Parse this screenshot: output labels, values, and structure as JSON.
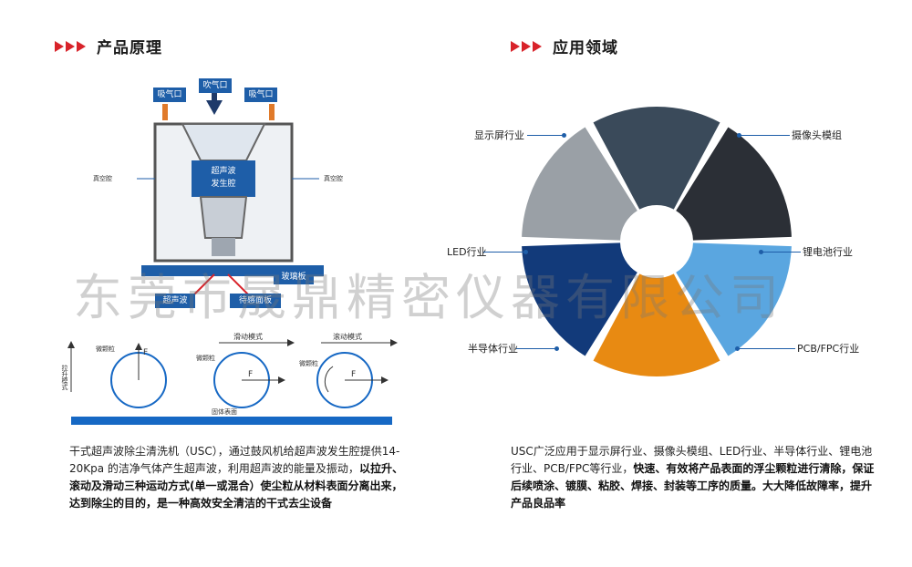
{
  "left_section": {
    "title": "产品原理",
    "diagram_labels": {
      "inlet_left": "吸气口",
      "inlet_center": "吹气口",
      "inlet_right": "吸气口",
      "generator": "超声波\n发生腔",
      "vacuum_left": "真空腔",
      "vacuum_right": "真空腔",
      "bottom_right_tag": "玻璃板",
      "bottom_left": "超声波",
      "bottom_right": "待感面板"
    },
    "modes": {
      "lift_label": "拉升模式",
      "slide_label": "滑动模式",
      "roll_label": "滚动模式",
      "particle_label": "微颗粒",
      "force_label": "F",
      "surface_label": "固体表面"
    },
    "description_normal": "干式超声波除尘清洗机（USC），通过鼓风机给超声波发生腔提供14-20Kpa 的洁净气体产生超声波，利用超声波的能量及振动，",
    "description_bold": "以拉升、滚动及滑动三种运动方式(单一或混合）使尘粒从材料表面分离出来，达到除尘的目的，是一种高效安全清洁的干式去尘设备"
  },
  "right_section": {
    "title": "应用领域",
    "segments": [
      {
        "label": "显示屏行业",
        "color": "#3a4a5a"
      },
      {
        "label": "摄像头模组",
        "color": "#2b2f36"
      },
      {
        "label": "锂电池行业",
        "color": "#5aa6e0"
      },
      {
        "label": "PCB/FPC行业",
        "color": "#e88a12"
      },
      {
        "label": "半导体行业",
        "color": "#123a7a"
      },
      {
        "label": "LED行业",
        "color": "#9aa0a6"
      }
    ],
    "description_normal": "USC广泛应用于显示屏行业、摄像头模组、LED行业、半导体行业、锂电池行业、PCB/FPC等行业，",
    "description_bold": "快速、有效将产品表面的浮尘颗粒进行清除，保证后续喷涂、镀膜、粘胶、焊接、封装等工序的质量。大大降低故障率，提升产品良品率"
  },
  "watermark": "东莞市晟鼎精密仪器有限公司",
  "colors": {
    "accent_red": "#d8232a",
    "brand_blue": "#1e5ea8",
    "bar_blue": "#1668c4"
  }
}
